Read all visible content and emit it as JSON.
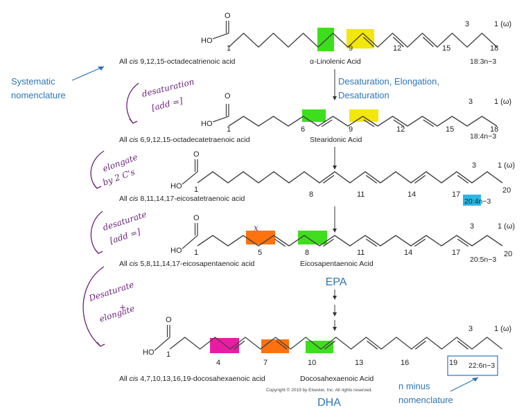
{
  "colors": {
    "bond": "#444444",
    "blue": "#2e75b6",
    "purple": "#6b1f7a",
    "hl_green": "#33dd11",
    "hl_yellow": "#f2e600",
    "hl_orange": "#ff6a00",
    "hl_magenta": "#e8119e",
    "hl_cyan": "#22b3e6"
  },
  "molecules": [
    {
      "name": "α-Linolenic Acid",
      "systematic": [
        "All ",
        "cis",
        " 9,12,15-octadecatrienoic acid"
      ],
      "carbon_labels": [
        "1",
        "9",
        "12",
        "15",
        "18",
        "3",
        "1 (ω)"
      ],
      "shorthand": "18:3n−3"
    },
    {
      "name": "Stearidonic Acid",
      "systematic": [
        "All ",
        "cis",
        " 6,9,12,15-octadecatetraenoic acid"
      ],
      "carbon_labels": [
        "1",
        "6",
        "9",
        "12",
        "15",
        "18",
        "3",
        "1 (ω)"
      ],
      "shorthand": "18:4n−3"
    },
    {
      "name": "",
      "systematic": [
        "All ",
        "cis",
        " 8,11,14,17-eicosatetraenoic acid"
      ],
      "carbon_labels": [
        "1",
        "8",
        "11",
        "14",
        "17",
        "20",
        "3",
        "1 (ω)"
      ],
      "shorthand": "20:4n−3"
    },
    {
      "name": "Eicosapentaenoic Acid",
      "systematic": [
        "All ",
        "cis",
        " 5,8,11,14,17-eicosapentaenoic acid"
      ],
      "carbon_labels": [
        "1",
        "5",
        "8",
        "11",
        "14",
        "17",
        "20",
        "3",
        "1 (ω)"
      ],
      "shorthand": "20:5n−3"
    },
    {
      "name": "Docosahexaenoic Acid",
      "systematic": [
        "All ",
        "cis",
        " 4,7,10,13,16,19-docosahexaenoic acid"
      ],
      "carbon_labels": [
        "1",
        "4",
        "7",
        "10",
        "13",
        "16",
        "19",
        "3",
        "1 (ω)"
      ],
      "shorthand": "22:6n−3"
    }
  ],
  "group_labels": {
    "oxygen": "O",
    "hydroxyl": "HO"
  },
  "pathway_label": [
    "Desaturation, Elongation,",
    "Desaturation"
  ],
  "annotations": {
    "systematic": [
      "Systematic",
      "nomenclature"
    ],
    "n_minus": [
      "n minus",
      "nomenclature"
    ],
    "epa": "EPA",
    "dha": "DHA",
    "step1": [
      "desaturation",
      "[add =]"
    ],
    "step2": [
      "elongate",
      "by 2 C's"
    ],
    "step3": [
      "desaturate",
      "[add =]"
    ],
    "step4": [
      "Desaturate",
      "+",
      "elongate"
    ],
    "mark": "x"
  },
  "copyright": "Copyright © 2019 by Elsevier, Inc. All rights reserved."
}
